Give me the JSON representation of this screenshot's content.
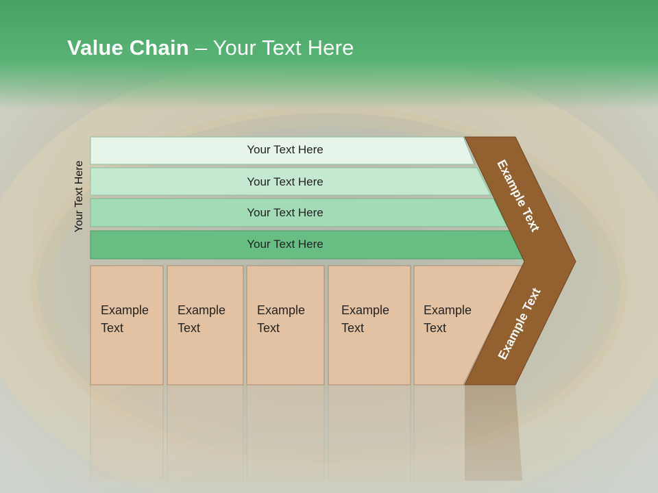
{
  "title": {
    "bold": "Value Chain",
    "rest": " – Your Text Here"
  },
  "side_label": "Your Text Here",
  "rows": [
    {
      "label": "Your Text Here",
      "color": "#e6f4ea"
    },
    {
      "label": "Your Text Here",
      "color": "#c5e8d0"
    },
    {
      "label": "Your Text Here",
      "color": "#a3dbb6"
    },
    {
      "label": "Your Text Here",
      "color": "#67bd82"
    }
  ],
  "boxes": [
    {
      "line1": "Example",
      "line2": "Text"
    },
    {
      "line1": "Example",
      "line2": "Text"
    },
    {
      "line1": "Example",
      "line2": "Text"
    },
    {
      "line1": "Example",
      "line2": "Text"
    },
    {
      "line1": "Example",
      "line2": "Text"
    }
  ],
  "chevron": {
    "upper": "Example Text",
    "lower": "Example Text",
    "color": "#93602f"
  },
  "colors": {
    "box": "#e2c2a2",
    "box_border": "#a88a70",
    "header": "#55b274"
  }
}
